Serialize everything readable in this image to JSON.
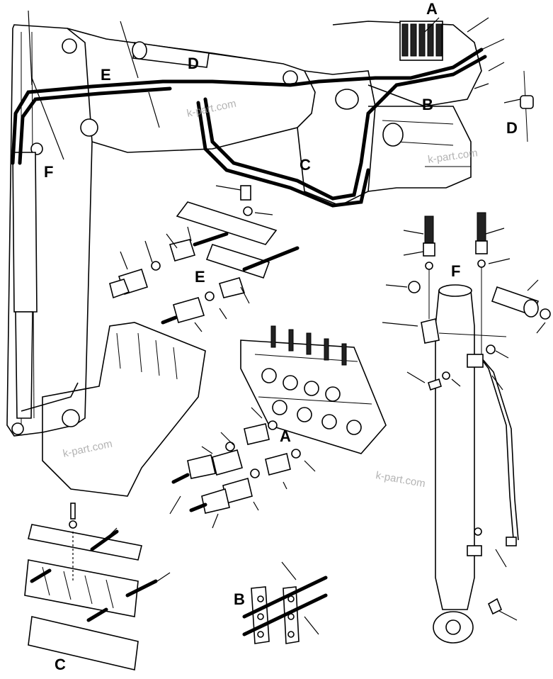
{
  "callouts": {
    "A_top": "A",
    "B_top": "B",
    "C_top": "C",
    "D_top": "D",
    "E_top": "E",
    "F_top": "F",
    "D_detail": "D",
    "E_detail": "E",
    "F_detail": "F",
    "A_detail": "A",
    "B_detail": "B",
    "C_detail": "C"
  },
  "watermarks": [
    "k-part.com",
    "k-part.com",
    "k-part.com",
    "k-part.com"
  ]
}
